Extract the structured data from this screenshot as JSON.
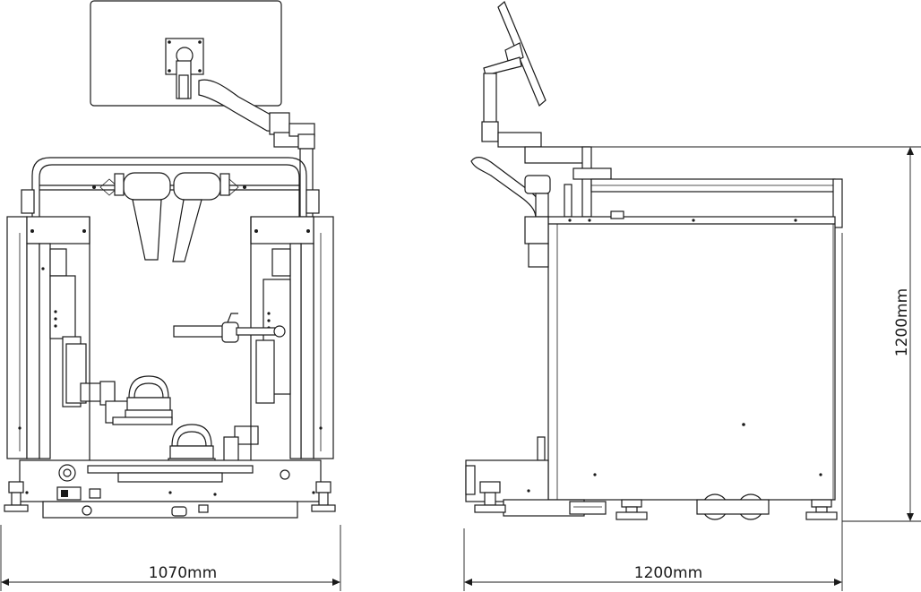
{
  "dimensions": {
    "front_width": "1070mm",
    "side_depth": "1200mm",
    "side_height": "1200mm"
  }
}
